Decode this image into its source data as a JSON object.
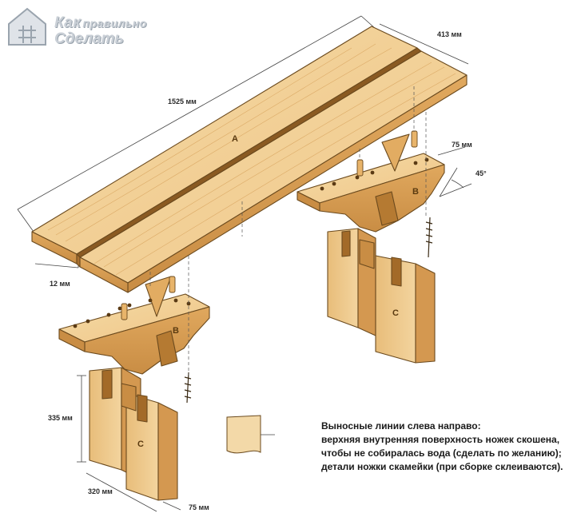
{
  "logo": {
    "line1_big": "Как",
    "line1_small": "правильно",
    "line2": "Сделать",
    "icon": "house-grid-icon"
  },
  "dimensions": {
    "length": "1525 мм",
    "width": "413 мм",
    "thickness": "12 мм",
    "support_depth": "75 мм",
    "angle": "45°",
    "leg_height": "335 мм",
    "leg_width": "320 мм",
    "leg_depth": "75 мм"
  },
  "parts": {
    "seat": "A",
    "support_back": "B",
    "support_front": "B",
    "leg_back": "C",
    "leg_front": "C"
  },
  "caption": {
    "line1": "Выносные линии слева направо:",
    "line2": "верхняя внутренняя поверхность ножек скошена,",
    "line3": "чтобы не собиралась вода (сделать по желанию);",
    "line4": "детали ножки скамейки (при сборке склеиваются)."
  },
  "colors": {
    "wood_light": "#f2d49a",
    "wood_mid": "#e6b870",
    "wood_dark": "#c88c3c",
    "outline": "#6b4a1e"
  }
}
